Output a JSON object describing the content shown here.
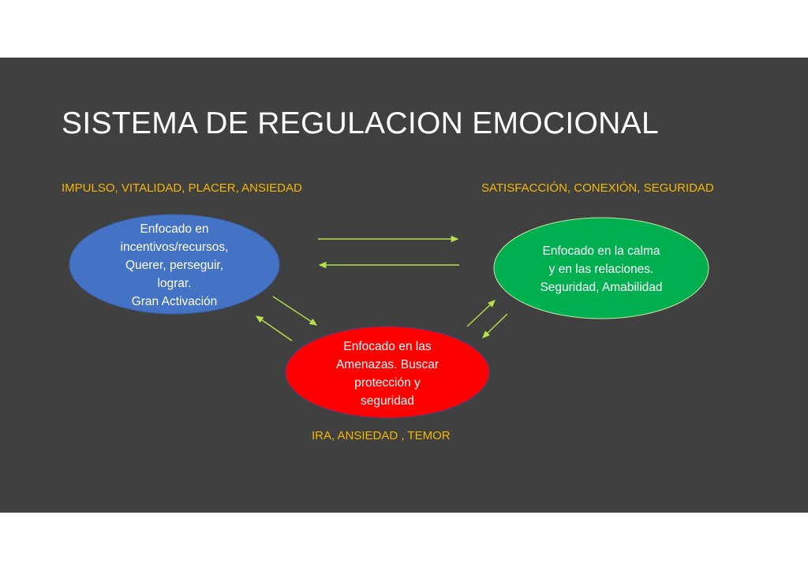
{
  "title": "SISTEMA DE REGULACION EMOCIONAL",
  "labels": {
    "drive": "IMPULSO, VITALIDAD, PLACER, ANSIEDAD",
    "soothing": "SATISFACCIÓN, CONEXIÓN, SEGURIDAD",
    "threat": "IRA, ANSIEDAD , TEMOR"
  },
  "nodes": {
    "drive": {
      "lines": [
        "Enfocado en",
        "incentivos/recursos,",
        "Querer, perseguir,",
        "lograr.",
        "Gran Activación"
      ],
      "color": "#4472c4"
    },
    "soothing": {
      "lines": [
        "Enfocado en la calma",
        "y en las relaciones.",
        "Seguridad, Amabilidad"
      ],
      "color": "#00b050"
    },
    "threat": {
      "lines": [
        "Enfocado en las",
        "Amenazas. Buscar",
        "protección y",
        "seguridad"
      ],
      "color": "#ff0000"
    }
  },
  "colors": {
    "background": "#404040",
    "label": "#f5b800",
    "arrow": "#b8e04a"
  }
}
